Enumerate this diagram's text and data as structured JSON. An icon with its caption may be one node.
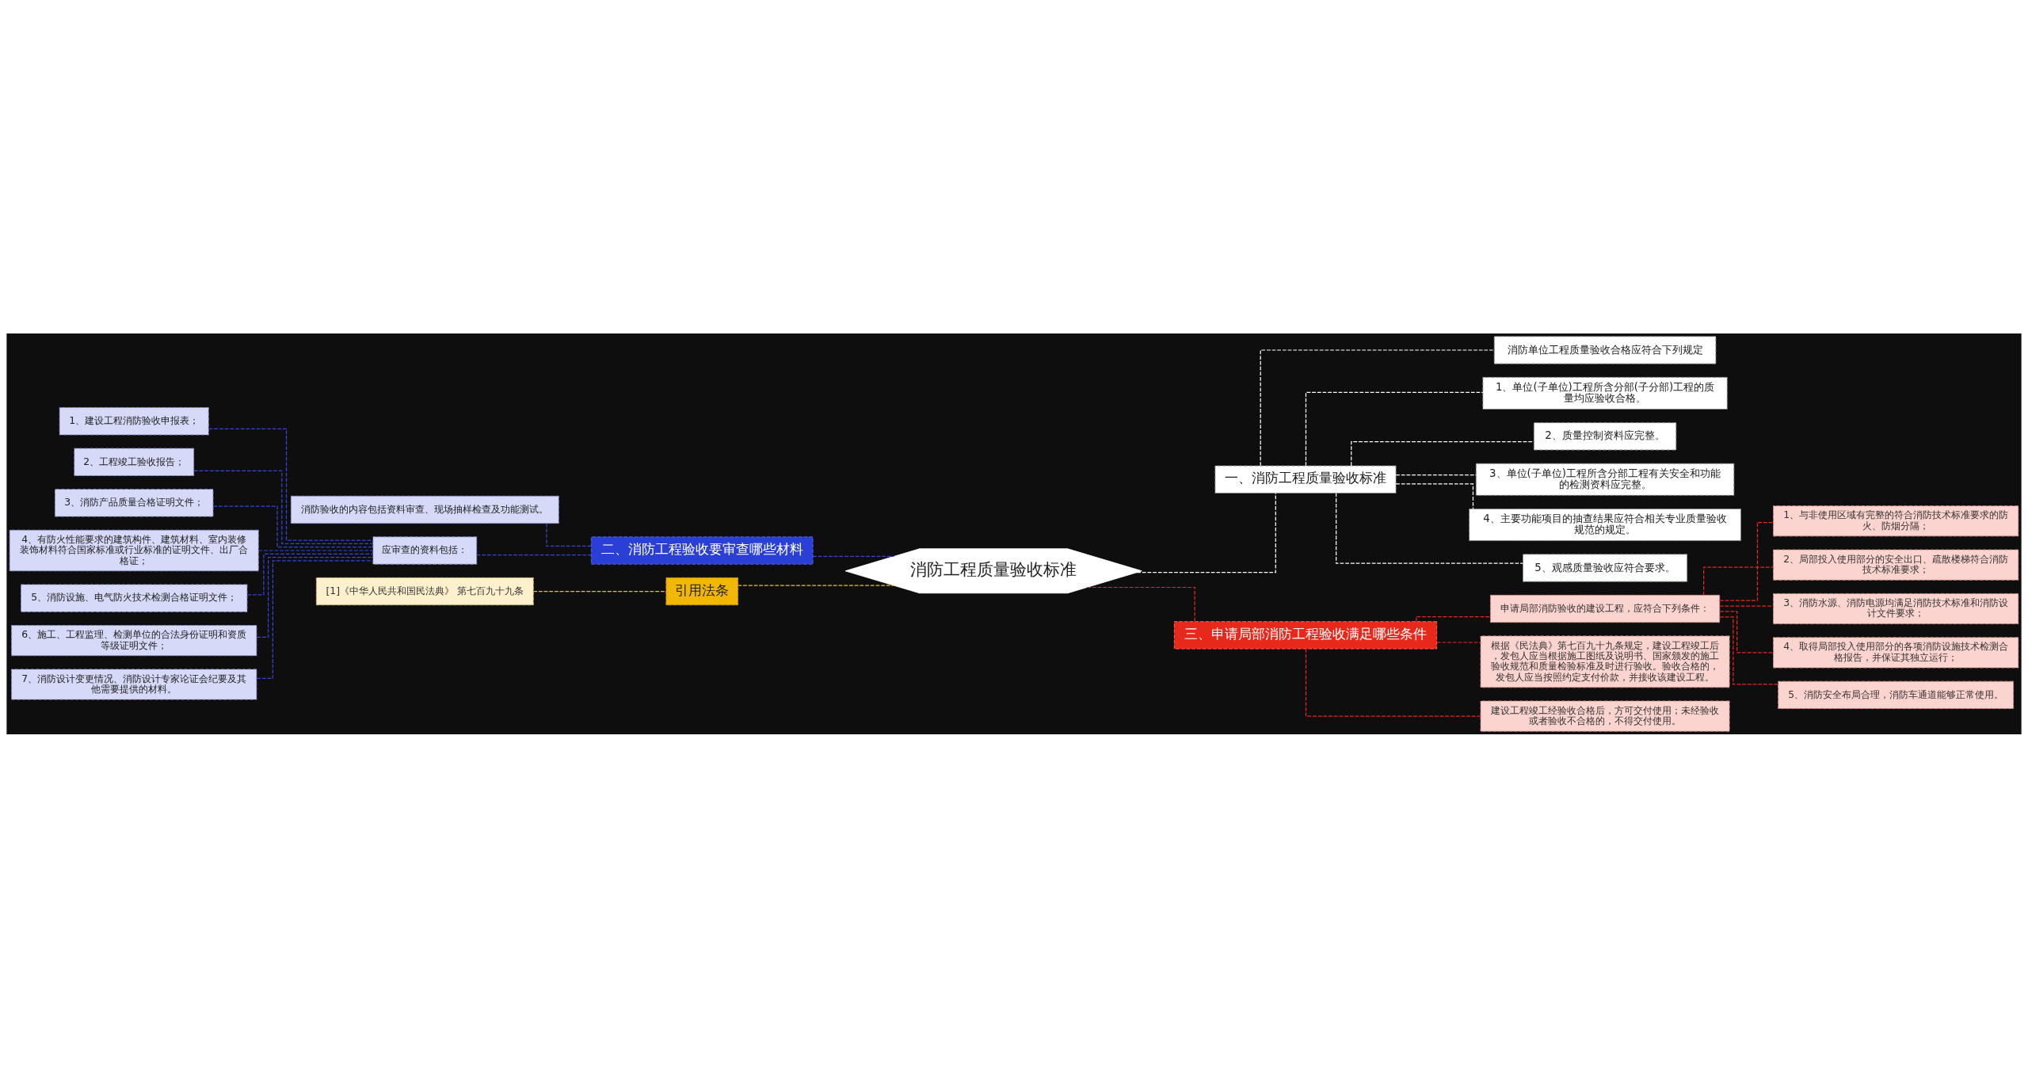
{
  "diagram": {
    "nodes": [
      {
        "text": [
          "消防工程质量验收标准"
        ]
      },
      {
        "text": [
          "一、消防工程质量验收标准"
        ]
      },
      {
        "text": [
          "消防单位工程质量验收合格应符合下列规定"
        ]
      },
      {
        "text": [
          "1、单位(子单位)工程所含分部(子分部)工程的质量均应验收合格。"
        ]
      },
      {
        "text": [
          "2、质量控制资料应完整。"
        ]
      },
      {
        "text": [
          "3、单位(子单位)工程所含分部工程有关安全和功能的检测资料应完整。"
        ]
      },
      {
        "text": [
          "4、主要功能项目的抽查结果应符合相关专业质量验收规范的规定。"
        ]
      },
      {
        "text": [
          "5、观感质量验收应符合要求。"
        ]
      },
      {
        "text": [
          "二、消防工程验收要审查哪些材料"
        ]
      },
      {
        "text": [
          "消防验收的内容包括资料审查、现场抽样检查及功能测试。"
        ]
      },
      {
        "text": [
          "应审查的资料包括："
        ]
      },
      {
        "text": [
          "1、建设工程消防验收申报表；"
        ]
      },
      {
        "text": [
          "2、工程竣工验收报告；"
        ]
      },
      {
        "text": [
          "3、消防产品质量合格证明文件；"
        ]
      },
      {
        "text": [
          "4、有防火性能要求的建筑构件、建筑材料、室内装修装饰材料符合国家标准或行业标准的证明文件、出厂合格证；"
        ]
      },
      {
        "text": [
          "5、消防设施、电气防火技术检测合格证明文件；"
        ]
      },
      {
        "text": [
          "6、施工、工程监理、检测单位的合法身份证明和资质等级证明文件；"
        ]
      },
      {
        "text": [
          "7、消防设计变更情况、消防设计专家论证会纪要及其他需要提供的材料。"
        ]
      },
      {
        "text": [
          "引用法条"
        ]
      },
      {
        "text": [
          "[1]《中华人民共和国民法典》 第七百九十九条"
        ]
      },
      {
        "text": [
          "三、申请局部消防工程验收满足哪些条件"
        ]
      },
      {
        "text": [
          "申请局部消防验收的建设工程，应符合下列条件："
        ]
      },
      {
        "text": [
          "1、与非使用区域有完整的符合消防技术标准要求的防火、防烟分隔；"
        ]
      },
      {
        "text": [
          "2、局部投入使用部分的安全出口、疏散楼梯符合消防技术标准要求；"
        ]
      },
      {
        "text": [
          "3、消防水源、消防电源均满足消防技术标准和消防设计文件要求；"
        ]
      },
      {
        "text": [
          "4、取得局部投入使用部分的各项消防设施技术检测合格报告，并保证其独立运行；"
        ]
      },
      {
        "text": [
          "5、消防安全布局合理，消防车通道能够正常使用。"
        ]
      },
      {
        "text": [
          "根据《民法典》第七百九十九条规定，建设工程竣工后，发包人应当根据施工图纸及说明书、国家颁发的施工验收规范和质量检验标准及时进行验收。验收合格的，发包人应当按照约定支付价款，并接收该建设工程。"
        ]
      },
      {
        "text": [
          "建设工程竣工经验收合格后，方可交付使用；未经验收或者验收不合格的，不得交付使用。"
        ]
      }
    ],
    "edges": [
      {
        "from": 0,
        "to": 1,
        "arrow": "none",
        "style": "dashed",
        "color": "#ffffff"
      },
      {
        "from": 1,
        "to": 2,
        "arrow": "none",
        "style": "dashed",
        "color": "#ffffff"
      },
      {
        "from": 1,
        "to": 3,
        "arrow": "none",
        "style": "dashed",
        "color": "#ffffff"
      },
      {
        "from": 1,
        "to": 4,
        "arrow": "none",
        "style": "dashed",
        "color": "#ffffff"
      },
      {
        "from": 1,
        "to": 5,
        "arrow": "none",
        "style": "dashed",
        "color": "#ffffff"
      },
      {
        "from": 1,
        "to": 6,
        "arrow": "none",
        "style": "dashed",
        "color": "#ffffff"
      },
      {
        "from": 1,
        "to": 7,
        "arrow": "none",
        "style": "dashed",
        "color": "#ffffff"
      },
      {
        "from": 0,
        "to": 8,
        "arrow": "none",
        "style": "dashed"
      },
      {
        "from": 8,
        "to": 9,
        "arrow": "none",
        "style": "dashed"
      },
      {
        "from": 8,
        "to": 10,
        "arrow": "none",
        "style": "dashed"
      },
      {
        "from": 10,
        "to": 11,
        "arrow": "none",
        "style": "dashed"
      },
      {
        "from": 10,
        "to": 12,
        "arrow": "none",
        "style": "dashed"
      },
      {
        "from": 10,
        "to": 13,
        "arrow": "none",
        "style": "dashed"
      },
      {
        "from": 10,
        "to": 14,
        "arrow": "none",
        "style": "dashed"
      },
      {
        "from": 10,
        "to": 15,
        "arrow": "none",
        "style": "dashed"
      },
      {
        "from": 10,
        "to": 16,
        "arrow": "none",
        "style": "dashed"
      },
      {
        "from": 10,
        "to": 17,
        "arrow": "none",
        "style": "dashed"
      },
      {
        "from": 0,
        "to": 18,
        "arrow": "none",
        "style": "dashed",
        "color": "#f2c500"
      },
      {
        "from": 18,
        "to": 19,
        "arrow": "none",
        "style": "dashed",
        "color": "#f2c500"
      },
      {
        "from": 0,
        "to": 20,
        "arrow": "none",
        "style": "dashed",
        "color": "#e8281a"
      },
      {
        "from": 20,
        "to": 21,
        "arrow": "none",
        "style": "dashed",
        "color": "#e8281a"
      },
      {
        "from": 21,
        "to": 22,
        "arrow": "none",
        "style": "dashed",
        "color": "#e8281a"
      },
      {
        "from": 21,
        "to": 23,
        "arrow": "none",
        "style": "dashed",
        "color": "#e8281a"
      },
      {
        "from": 21,
        "to": 24,
        "arrow": "none",
        "style": "dashed",
        "color": "#e8281a"
      },
      {
        "from": 21,
        "to": 25,
        "arrow": "none",
        "style": "dashed",
        "color": "#e8281a"
      },
      {
        "from": 21,
        "to": 26,
        "arrow": "none",
        "style": "dashed",
        "color": "#e8281a"
      },
      {
        "from": 20,
        "to": 27,
        "arrow": "none",
        "style": "dashed",
        "color": "#e8281a"
      },
      {
        "from": 20,
        "to": 28,
        "arrow": "none",
        "style": "dashed",
        "color": "#e8281a"
      }
    ]
  }
}
